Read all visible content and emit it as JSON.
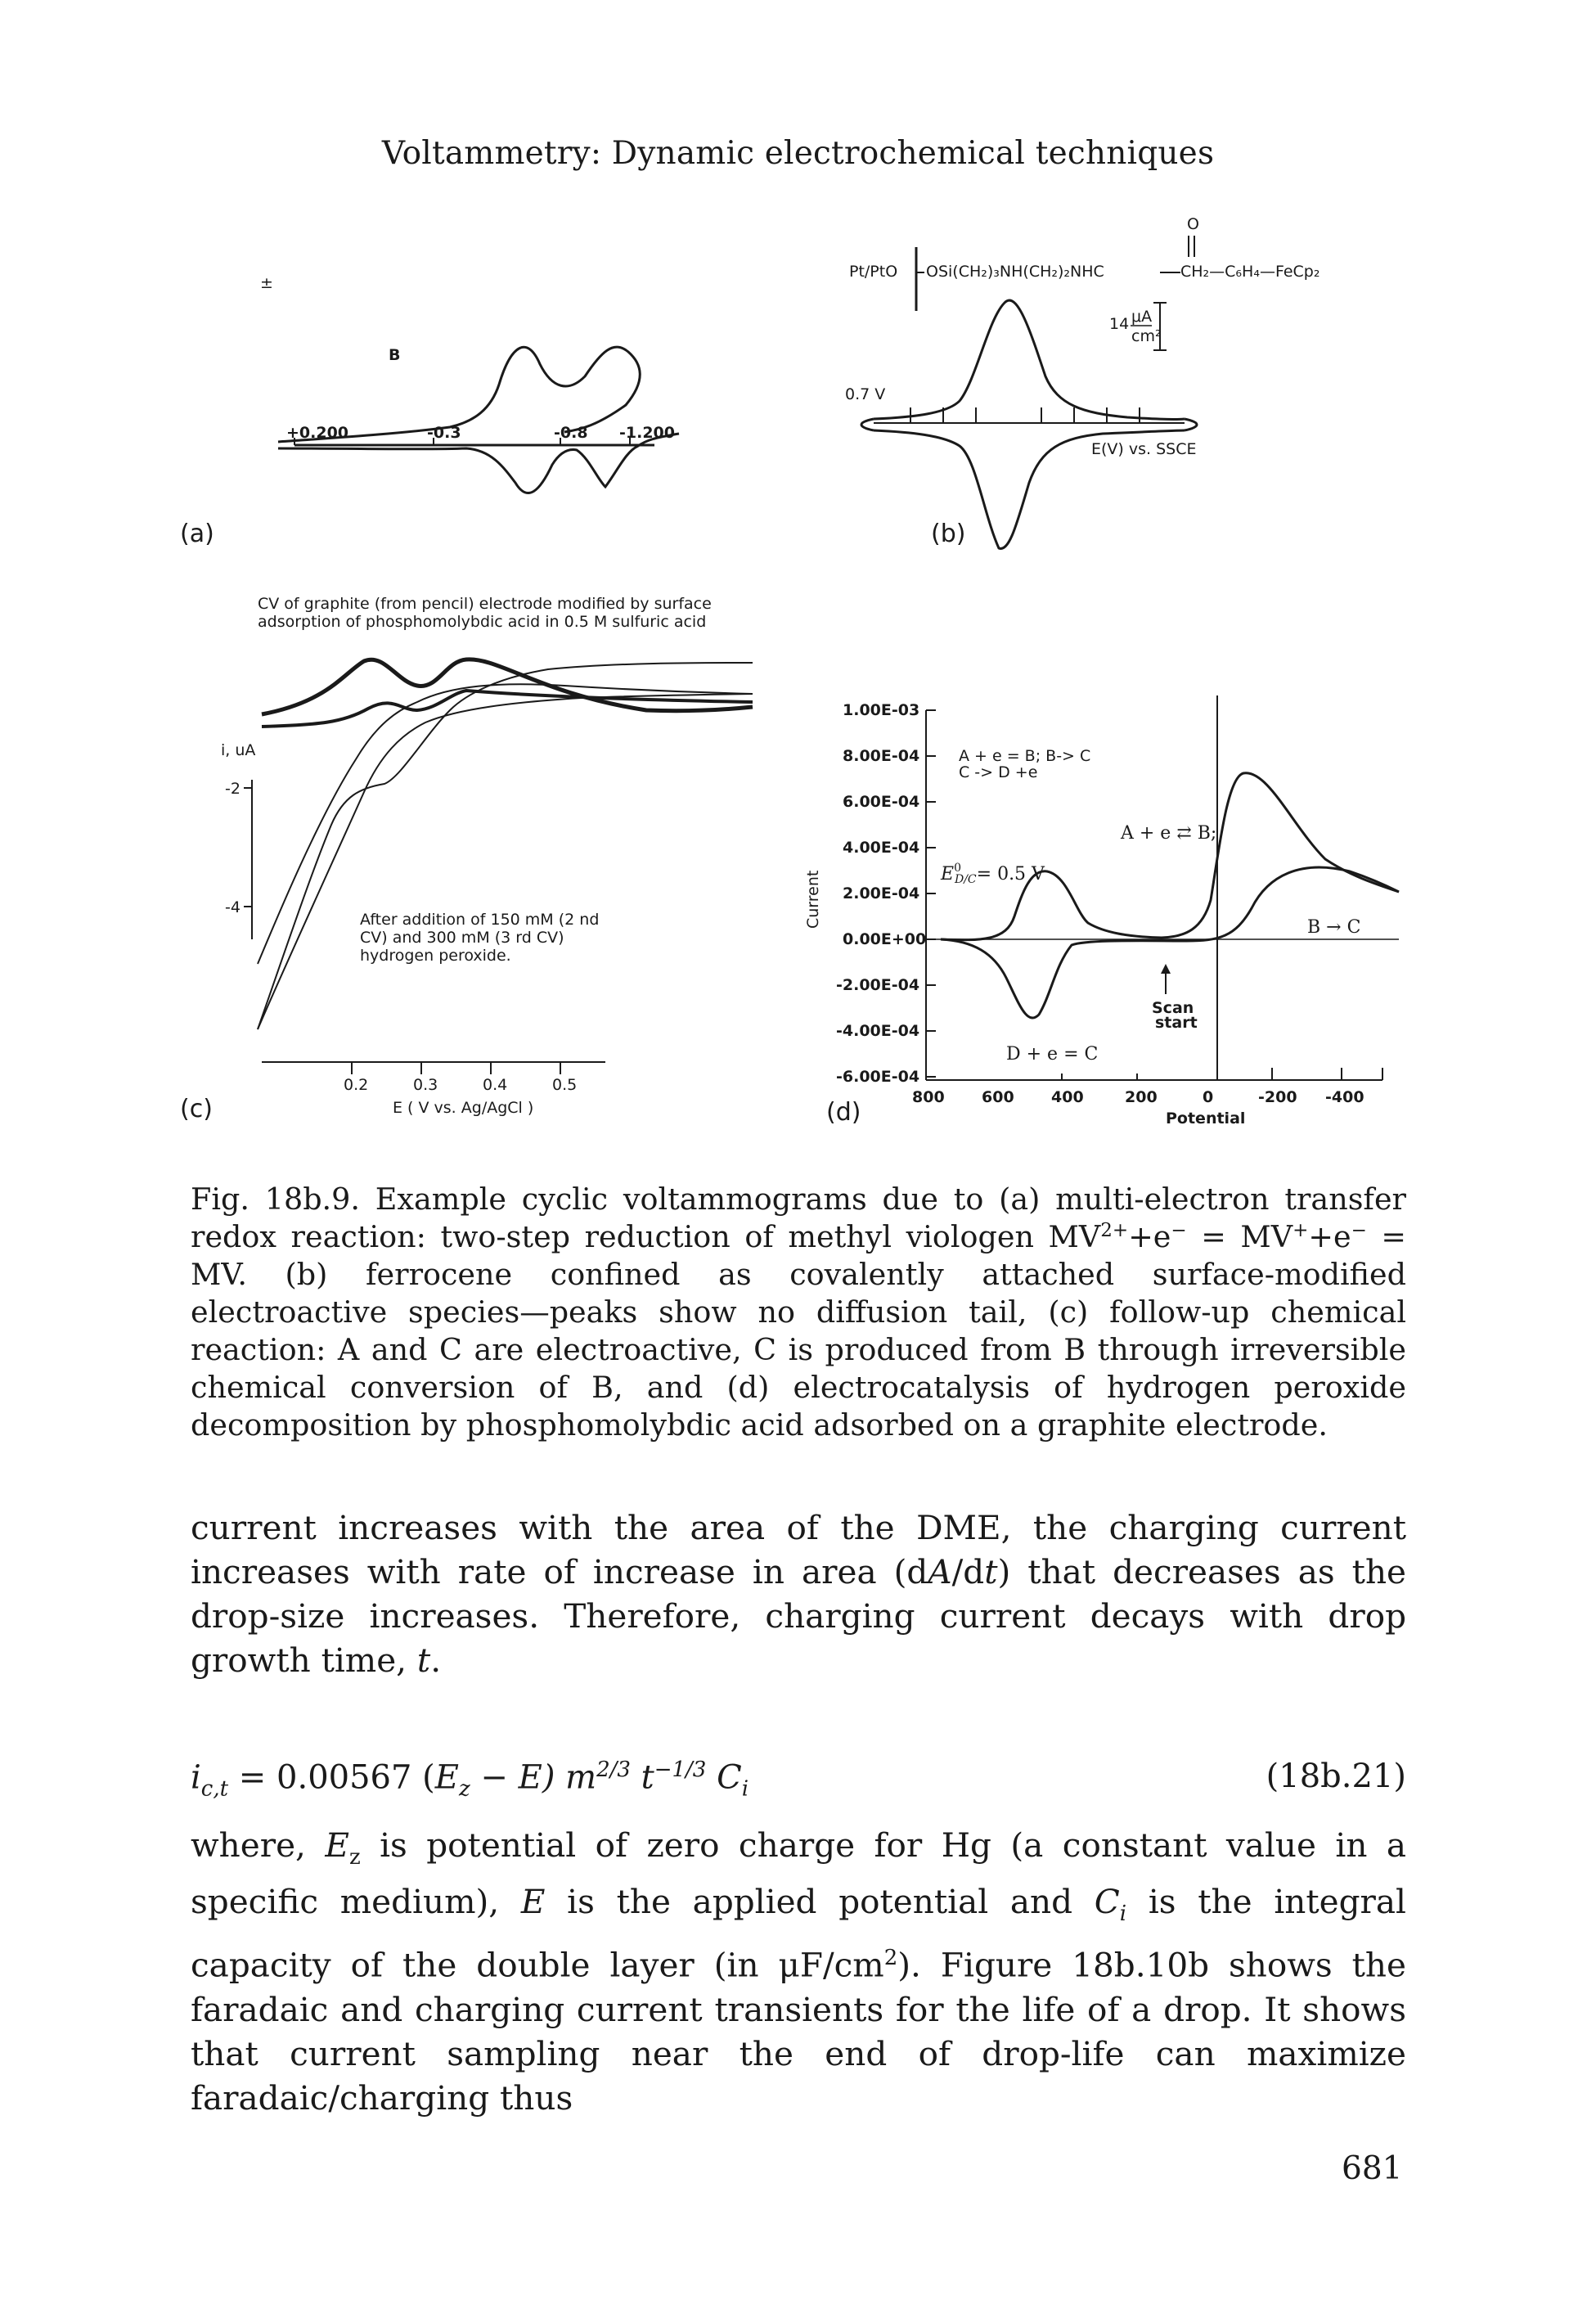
{
  "running_head": "Voltammetry: Dynamic electrochemical techniques",
  "figure": {
    "panels": {
      "a": {
        "label": "(a)",
        "peak_letter": "B",
        "scale_symbol": "±",
        "tick_labels": [
          "+0.200",
          "-0.3",
          "-0.8",
          "-1.200"
        ]
      },
      "b": {
        "label": "(b)",
        "formula_prefix": "Pt/PtO",
        "formula_chain": "OSi(CH₂)₃NH(CH₂)₂NHC",
        "formula_tail": "CH₂—C₆H₄—FeCp₂",
        "carbonyl_o": "O",
        "start_potential": "0.7 V",
        "scale_value": "14",
        "scale_unit_num": "μA",
        "scale_unit_den": "cm²",
        "axis_note": "E(V) vs. SSCE"
      },
      "c": {
        "label": "(c)",
        "title_line1": "CV of graphite (from pencil) electrode modified by surface",
        "title_line2": "adsorption of phosphomolybdic acid in 0.5 M sulfuric acid",
        "ylabel": "i, uA",
        "y_ticks": [
          "-2",
          "-4"
        ],
        "x_ticks": [
          "0.2",
          "0.3",
          "0.4",
          "0.5"
        ],
        "xlabel": "E ( V vs. Ag/AgCl )",
        "annotation_line1": "After addition of 150 mM (2 nd",
        "annotation_line2": "CV) and 300 mM (3 rd CV)",
        "annotation_line3": "hydrogen peroxide."
      },
      "d": {
        "label": "(d)",
        "ylabel": "Current",
        "xlabel": "Potential",
        "y_ticks": [
          "1.00E-03",
          "8.00E-04",
          "6.00E-04",
          "4.00E-04",
          "2.00E-04",
          "0.00E+00",
          "-2.00E-04",
          "-4.00E-04",
          "-6.00E-04"
        ],
        "x_ticks": [
          "800",
          "600",
          "400",
          "200",
          "0",
          "-200",
          "-400"
        ],
        "legend_line1": "A + e = B; B-> C",
        "legend_line2": "C -> D +e",
        "e0_label": "E",
        "e0_sup": "0",
        "e0_sub": "D/C",
        "e0_value": "= 0.5 V",
        "reaction_ab": "A + e ⇄ B;",
        "reaction_bc": "B → C",
        "reaction_dc": "D + e = C",
        "scan_start_line1": "Scan",
        "scan_start_line2": "start"
      }
    }
  },
  "caption": {
    "label": "Fig. 18b.9.",
    "part1": " Example cyclic voltammograms due to (a) multi-electron transfer redox reaction: two-step reduction of methyl viologen MV",
    "sup1": "2+",
    "part2": "+e",
    "sup2": "−",
    "part3": " = MV",
    "sup3": "+",
    "part4": "+e",
    "sup4": "−",
    "part5": " = MV. (b) ferrocene confined as covalently attached surface-modified electroactive species—peaks show no diffusion tail, (c) follow-up chemical reaction: A and C are electroactive, C is produced from B through irreversible chemical conversion of B, and (d) electrocatalysis of hydrogen peroxide decomposition by phosphomolybdic acid adsorbed on a graphite electrode."
  },
  "paragraph1": {
    "text1": "current increases with the area of the DME, the charging current increases with rate of increase in area (d",
    "italic1": "A",
    "text2": "/d",
    "italic2": "t",
    "text3": ") that decreases as the drop-size increases. Therefore, charging current decays with drop growth time, ",
    "italic3": "t",
    "text4": "."
  },
  "equation": {
    "lhs": "i",
    "lhs_sub": "c,t",
    "const": " = 0.00567 (",
    "ez": "E",
    "ez_sub": "z",
    "minus_e": " − E) m",
    "m_sup": "2/3",
    "t": " t",
    "t_sup": "−1/3",
    "ci": " C",
    "ci_sub": "i",
    "number": "(18b.21)"
  },
  "paragraph2": {
    "t1": "where, ",
    "v1": "E",
    "v1sub": "z",
    "t2": " is potential of zero charge for Hg (a constant value in a specific medium), ",
    "v2": "E",
    "t3": " is the applied potential and ",
    "v3": "C",
    "v3sub": "i",
    "t4": " is the integral capacity of the double layer (in μF/cm",
    "sup": "2",
    "t5": "). Figure 18b.10b shows the faradaic and charging current transients for the life of a drop. It shows that current sampling near the end of drop-life can maximize faradaic/charging thus"
  },
  "page_number": "681"
}
